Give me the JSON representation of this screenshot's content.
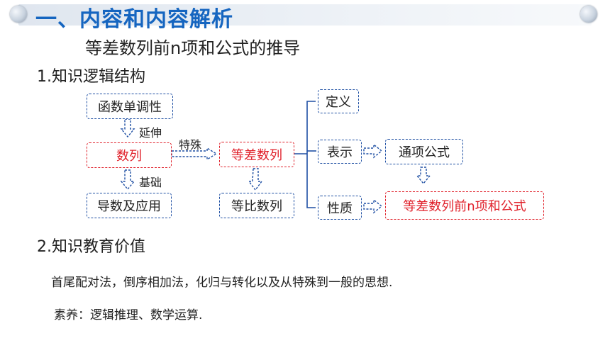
{
  "header": {
    "title": "一、内容和内容解析",
    "subtitle": "等差数列前n项和公式的推导"
  },
  "section1": {
    "heading": "1.知识逻辑结构"
  },
  "diagram": {
    "nodes": {
      "monotonicity": "函数单调性",
      "sequence": "数列",
      "derivative": "导数及应用",
      "arithmetic": "等差数列",
      "geometric": "等比数列",
      "definition": "定义",
      "representation": "表示",
      "property": "性质",
      "general_formula": "通项公式",
      "sum_formula": "等差数列前n项和公式"
    },
    "edges": {
      "extend": "延伸",
      "foundation": "基础",
      "special": "特殊"
    }
  },
  "section2": {
    "heading": "2.知识教育价值",
    "methods": "首尾配对法，倒序相加法，化归与转化以及从特殊到一般的思想.",
    "literacy": "素养：逻辑推理、数学运算."
  },
  "colors": {
    "accent": "#1565c0",
    "highlight": "#e0202a",
    "box_border": "#1e4fa3"
  }
}
